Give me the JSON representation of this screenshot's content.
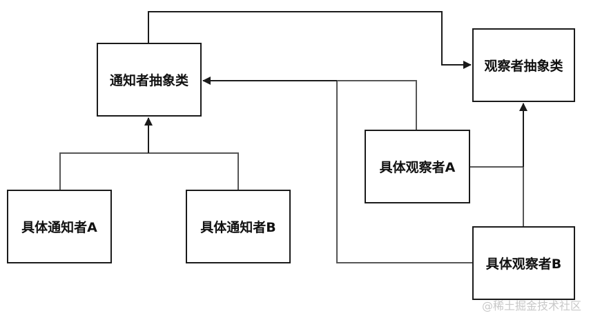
{
  "boxes": {
    "notifier_abstract": "通知者抽象类",
    "observer_abstract": "观察者抽象类",
    "concrete_observer_a": "具体观察者A",
    "concrete_notifier_a": "具体通知者A",
    "concrete_notifier_b": "具体通知者B",
    "concrete_observer_b": "具体观察者B"
  },
  "watermark": "@稀土掘金技术社区",
  "colors": {
    "line": "#1a1a1a",
    "connector_gray": "#555555",
    "box_border": "#1a1a1a",
    "background": "#ffffff",
    "watermark": "#c8c8c8"
  }
}
